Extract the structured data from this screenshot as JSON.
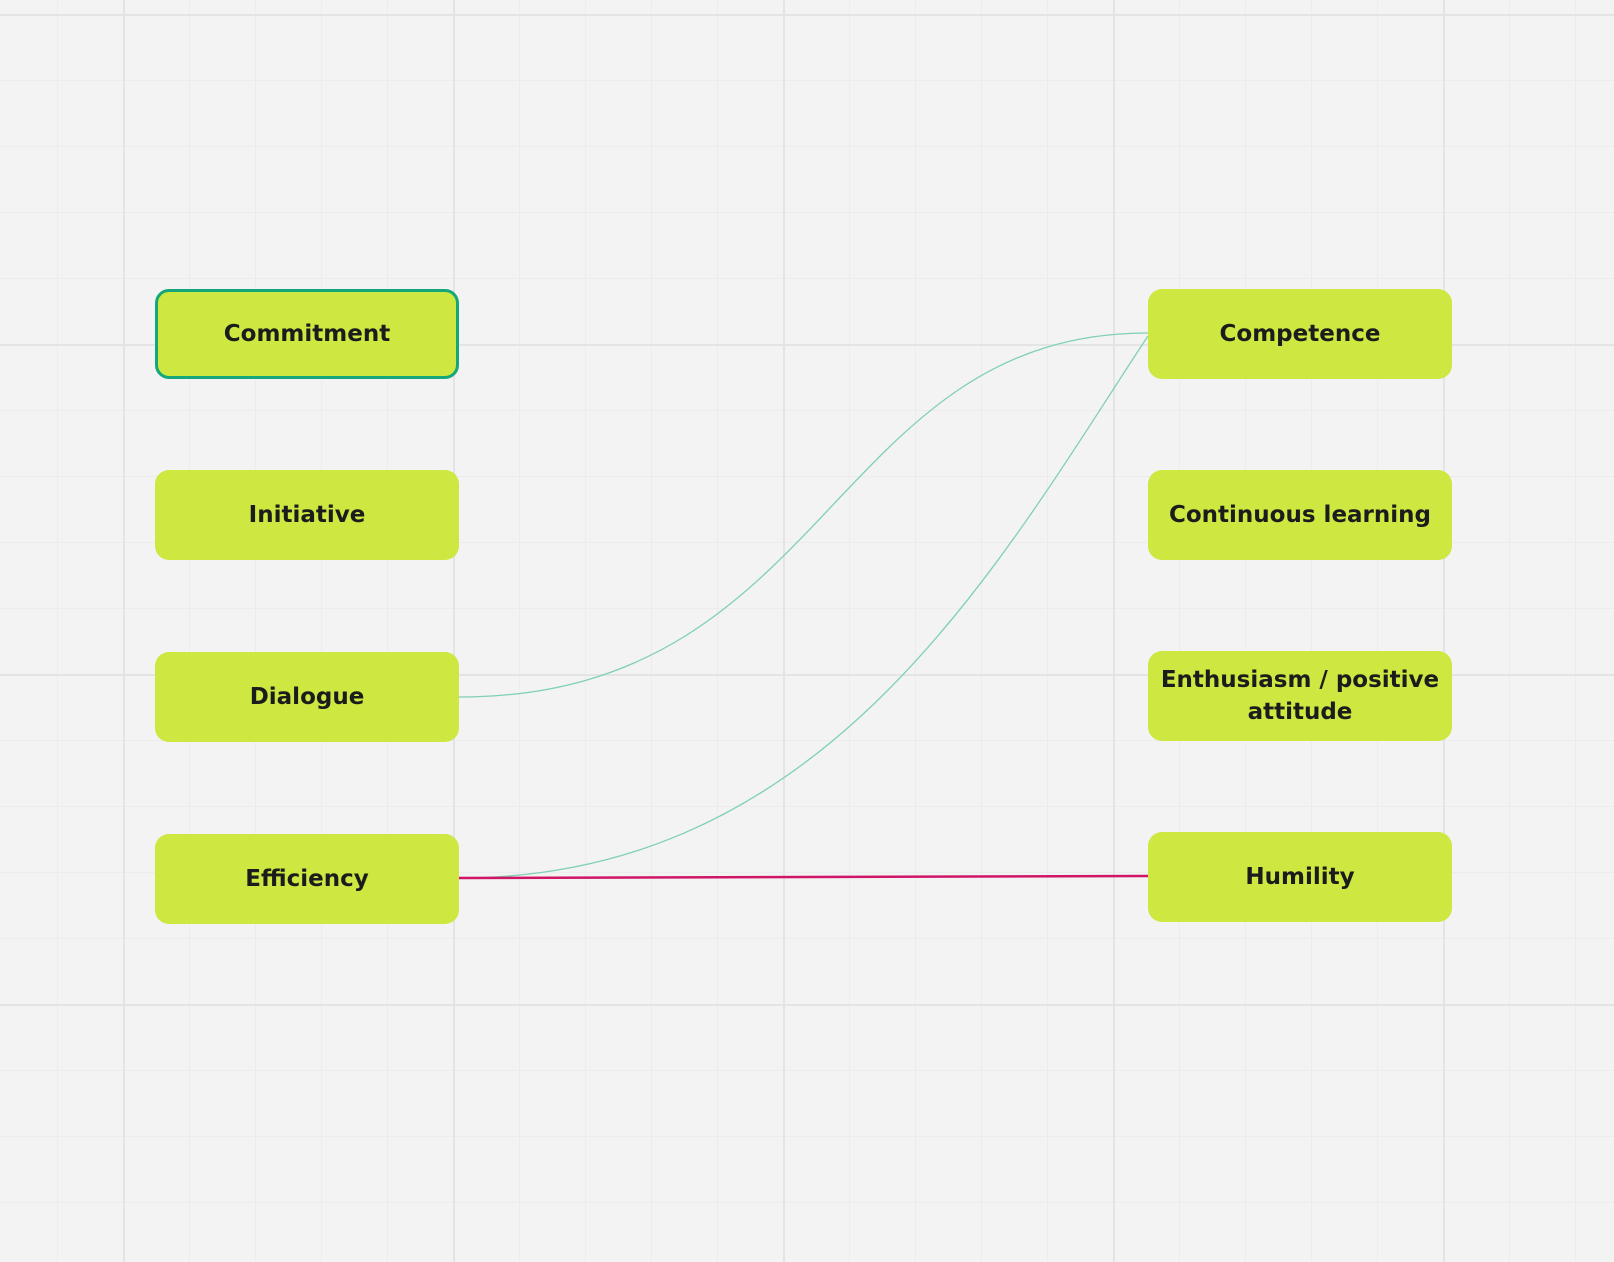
{
  "board": {
    "nodes": [
      {
        "id": "commitment",
        "label": "Commitment",
        "selected": true
      },
      {
        "id": "initiative",
        "label": "Initiative",
        "selected": false
      },
      {
        "id": "dialogue",
        "label": "Dialogue",
        "selected": false
      },
      {
        "id": "efficiency",
        "label": "Efficiency",
        "selected": false
      },
      {
        "id": "competence",
        "label": "Competence",
        "selected": false
      },
      {
        "id": "continuous",
        "label": "Continuous learning",
        "selected": false
      },
      {
        "id": "enthusiasm",
        "label": "Enthusiasm / positive attitude",
        "selected": false
      },
      {
        "id": "humility",
        "label": "Humility",
        "selected": false
      }
    ],
    "connectors": [
      {
        "from": "dialogue",
        "to": "competence",
        "color": "#7fd0b4",
        "style": "curved"
      },
      {
        "from": "efficiency",
        "to": "competence",
        "color": "#7fd0b4",
        "style": "curved"
      },
      {
        "from": "efficiency",
        "to": "humility",
        "color": "#d01566",
        "style": "straight"
      }
    ],
    "colors": {
      "sticky_fill": "#cee741",
      "selection_border": "#15a77a",
      "canvas": "#f3f3f3"
    }
  }
}
